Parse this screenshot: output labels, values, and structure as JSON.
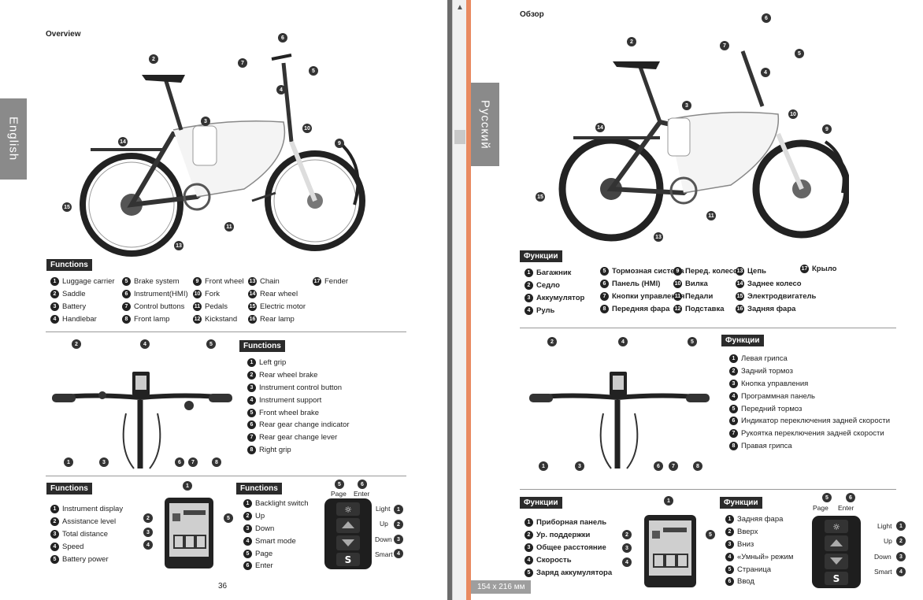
{
  "left": {
    "heading": "Overview",
    "side_tab": "English",
    "functions_label": "Functions",
    "parts": [
      [
        "1",
        "Luggage carrier"
      ],
      [
        "2",
        "Saddle"
      ],
      [
        "3",
        "Battery"
      ],
      [
        "4",
        "Handlebar"
      ],
      [
        "5",
        "Brake system"
      ],
      [
        "6",
        "Instrument(HMI)"
      ],
      [
        "7",
        "Control buttons"
      ],
      [
        "8",
        "Front lamp"
      ],
      [
        "9",
        "Front wheel"
      ],
      [
        "10",
        "Fork"
      ],
      [
        "11",
        "Pedals"
      ],
      [
        "12",
        "Kickstand"
      ],
      [
        "13",
        "Chain"
      ],
      [
        "14",
        "Rear wheel"
      ],
      [
        "15",
        "Electric motor"
      ],
      [
        "16",
        "Rear lamp"
      ],
      [
        "17",
        "Fender"
      ]
    ],
    "handlebar_items": [
      [
        "1",
        "Left grip"
      ],
      [
        "2",
        "Rear wheel brake"
      ],
      [
        "3",
        "Instrument control button"
      ],
      [
        "4",
        "Instrument support"
      ],
      [
        "5",
        "Front wheel brake"
      ],
      [
        "6",
        "Rear gear change indicator"
      ],
      [
        "7",
        "Rear gear change lever"
      ],
      [
        "8",
        "Right grip"
      ]
    ],
    "display_items": [
      [
        "1",
        "Instrument display"
      ],
      [
        "2",
        "Assistance level"
      ],
      [
        "3",
        "Total distance"
      ],
      [
        "4",
        "Speed"
      ],
      [
        "5",
        "Battery power"
      ]
    ],
    "button_items": [
      [
        "1",
        "Backlight switch"
      ],
      [
        "2",
        "Up"
      ],
      [
        "3",
        "Down"
      ],
      [
        "4",
        "Smart mode"
      ],
      [
        "5",
        "Page"
      ],
      [
        "6",
        "Enter"
      ]
    ],
    "page_label": "Page",
    "enter_label": "Enter",
    "side_labels": [
      "Light",
      "Up",
      "Down",
      "Smart"
    ],
    "page_number": "36"
  },
  "right": {
    "heading": "Обзор",
    "side_tab": "Русский",
    "functions_label": "Функции",
    "parts": [
      [
        "1",
        "Багажник"
      ],
      [
        "2",
        "Седло"
      ],
      [
        "3",
        "Аккумулятор"
      ],
      [
        "4",
        "Руль"
      ],
      [
        "5",
        "Тормозная система"
      ],
      [
        "6",
        "Панель (HMI)"
      ],
      [
        "7",
        "Кнопки управления"
      ],
      [
        "8",
        "Передняя фара"
      ],
      [
        "9",
        "Перед. колесо"
      ],
      [
        "10",
        "Вилка"
      ],
      [
        "11",
        "Педали"
      ],
      [
        "12",
        "Подставка"
      ],
      [
        "13",
        "Цепь"
      ],
      [
        "14",
        "Заднее колесо"
      ],
      [
        "15",
        "Электродвигатель"
      ],
      [
        "16",
        "Задняя фара"
      ],
      [
        "17",
        "Крыло"
      ]
    ],
    "handlebar_items": [
      [
        "1",
        "Левая грипса"
      ],
      [
        "2",
        "Задний тормоз"
      ],
      [
        "3",
        "Кнопка управления"
      ],
      [
        "4",
        "Программная панель"
      ],
      [
        "5",
        "Передний тормоз"
      ],
      [
        "6",
        "Индикатор переключения задней скорости"
      ],
      [
        "7",
        "Рукоятка переключения задней скорости"
      ],
      [
        "8",
        "Правая грипса"
      ]
    ],
    "display_items": [
      [
        "1",
        "Приборная панель"
      ],
      [
        "2",
        "Ур. поддержки"
      ],
      [
        "3",
        "Общее расстояние"
      ],
      [
        "4",
        "Скорость"
      ],
      [
        "5",
        "Заряд аккумулятора"
      ]
    ],
    "button_items": [
      [
        "1",
        "Задняя фара"
      ],
      [
        "2",
        "Вверх"
      ],
      [
        "3",
        "Вниз"
      ],
      [
        "4",
        "«Умный» режим"
      ],
      [
        "5",
        "Страница"
      ],
      [
        "6",
        "Ввод"
      ]
    ],
    "page_label": "Page",
    "enter_label": "Enter",
    "side_labels": [
      "Light",
      "Up",
      "Down",
      "Smart"
    ],
    "dimensions": "154 x 216 мм"
  },
  "colors": {
    "accent": "#e98a60",
    "tab": "#8a8a8a",
    "title_bg": "#2b2b2b"
  }
}
